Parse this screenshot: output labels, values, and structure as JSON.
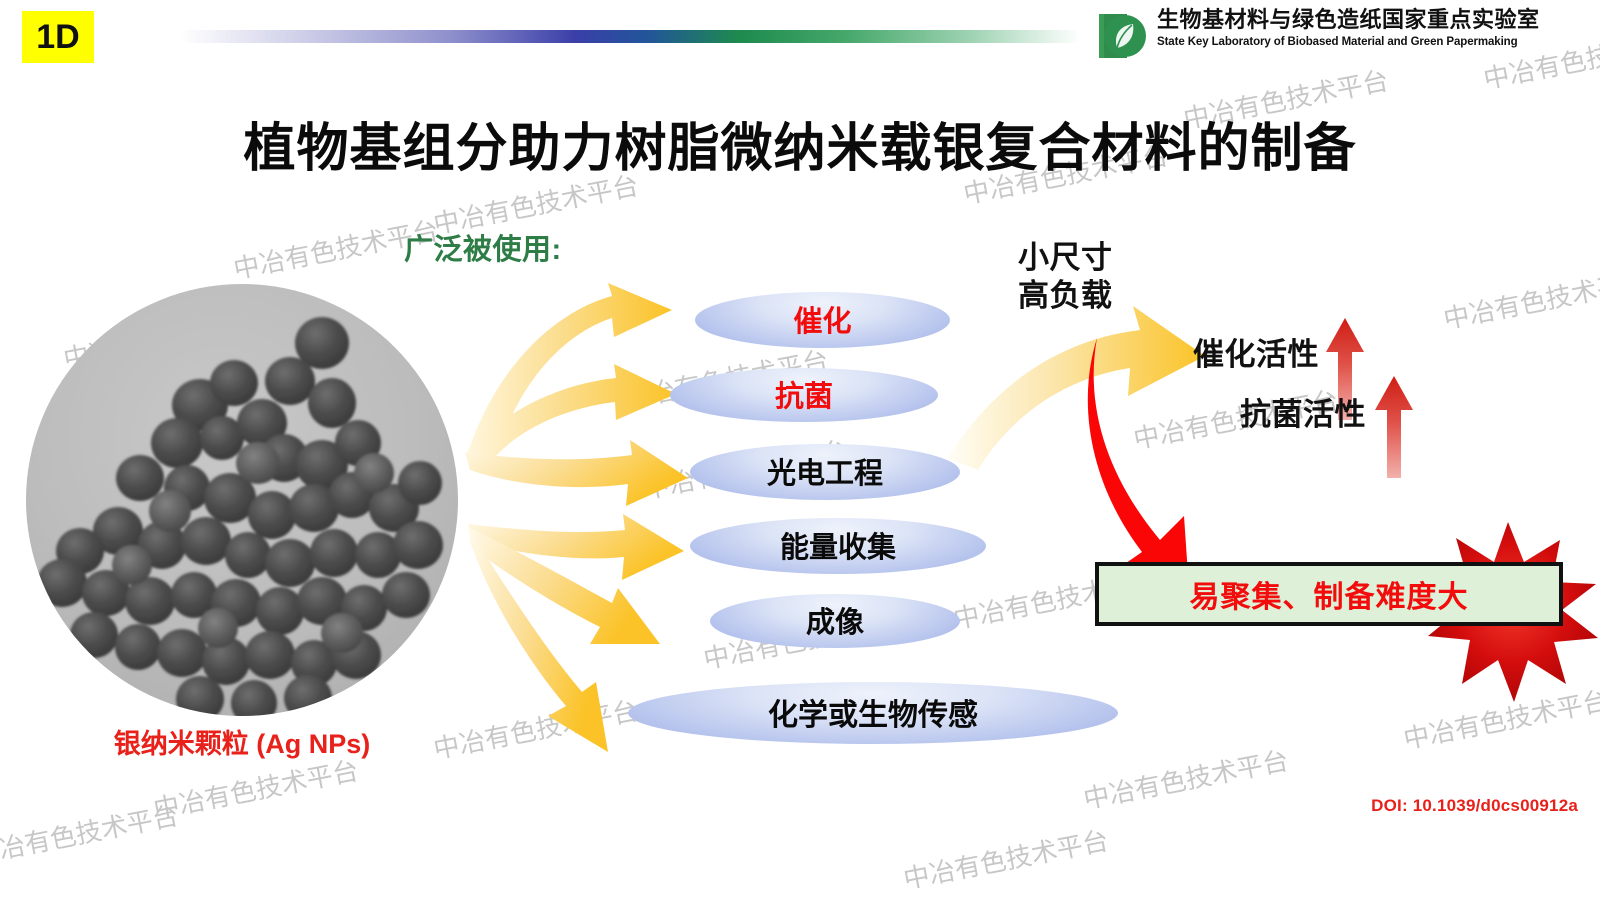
{
  "header": {
    "badge": "1D",
    "logo": {
      "icon": "green-leaf-book-logo",
      "cn_name": "生物基材料与绿色造纸国家重点实验室",
      "en_name": "State Key Laboratory of Biobased Material and Green Papermaking"
    }
  },
  "title": "植物基组分助力树脂微纳米载银复合材料的制备",
  "left": {
    "image_caption": "银纳米颗粒 (Ag NPs)",
    "image_alt": "tem-micrograph-silver-nanoparticles"
  },
  "applications": {
    "heading": "广泛被使用:",
    "items": [
      {
        "label": "催化",
        "color": "#f20c0c"
      },
      {
        "label": "抗菌",
        "color": "#f20c0c"
      },
      {
        "label": "光电工程",
        "color": "#0a0a0a"
      },
      {
        "label": "能量收集",
        "color": "#0a0a0a"
      },
      {
        "label": "成像",
        "color": "#0a0a0a"
      },
      {
        "label": "化学或生物传感",
        "color": "#0a0a0a"
      }
    ]
  },
  "right": {
    "feature_line1": "小尺寸",
    "feature_line2": "高负载",
    "activity1": "催化活性",
    "activity2": "抗菌活性",
    "alert": "易聚集、制备难度大",
    "arrow_up_color": "#e03028",
    "arrow_curve_color": "#fb0606",
    "burst_color": "#e20b0b"
  },
  "footer": {
    "doi": "DOI: 10.1039/d0cs00912a"
  },
  "watermark": {
    "text": "中冶有色技术平台"
  },
  "colors": {
    "badge_bg": "#ffff00",
    "green_heading": "#2e7d46",
    "red_text": "#f20c0c",
    "caption_red": "#e8211a",
    "ellipse_blue": "#b9c6ee",
    "arrow_yellow": "#fac game"
  }
}
